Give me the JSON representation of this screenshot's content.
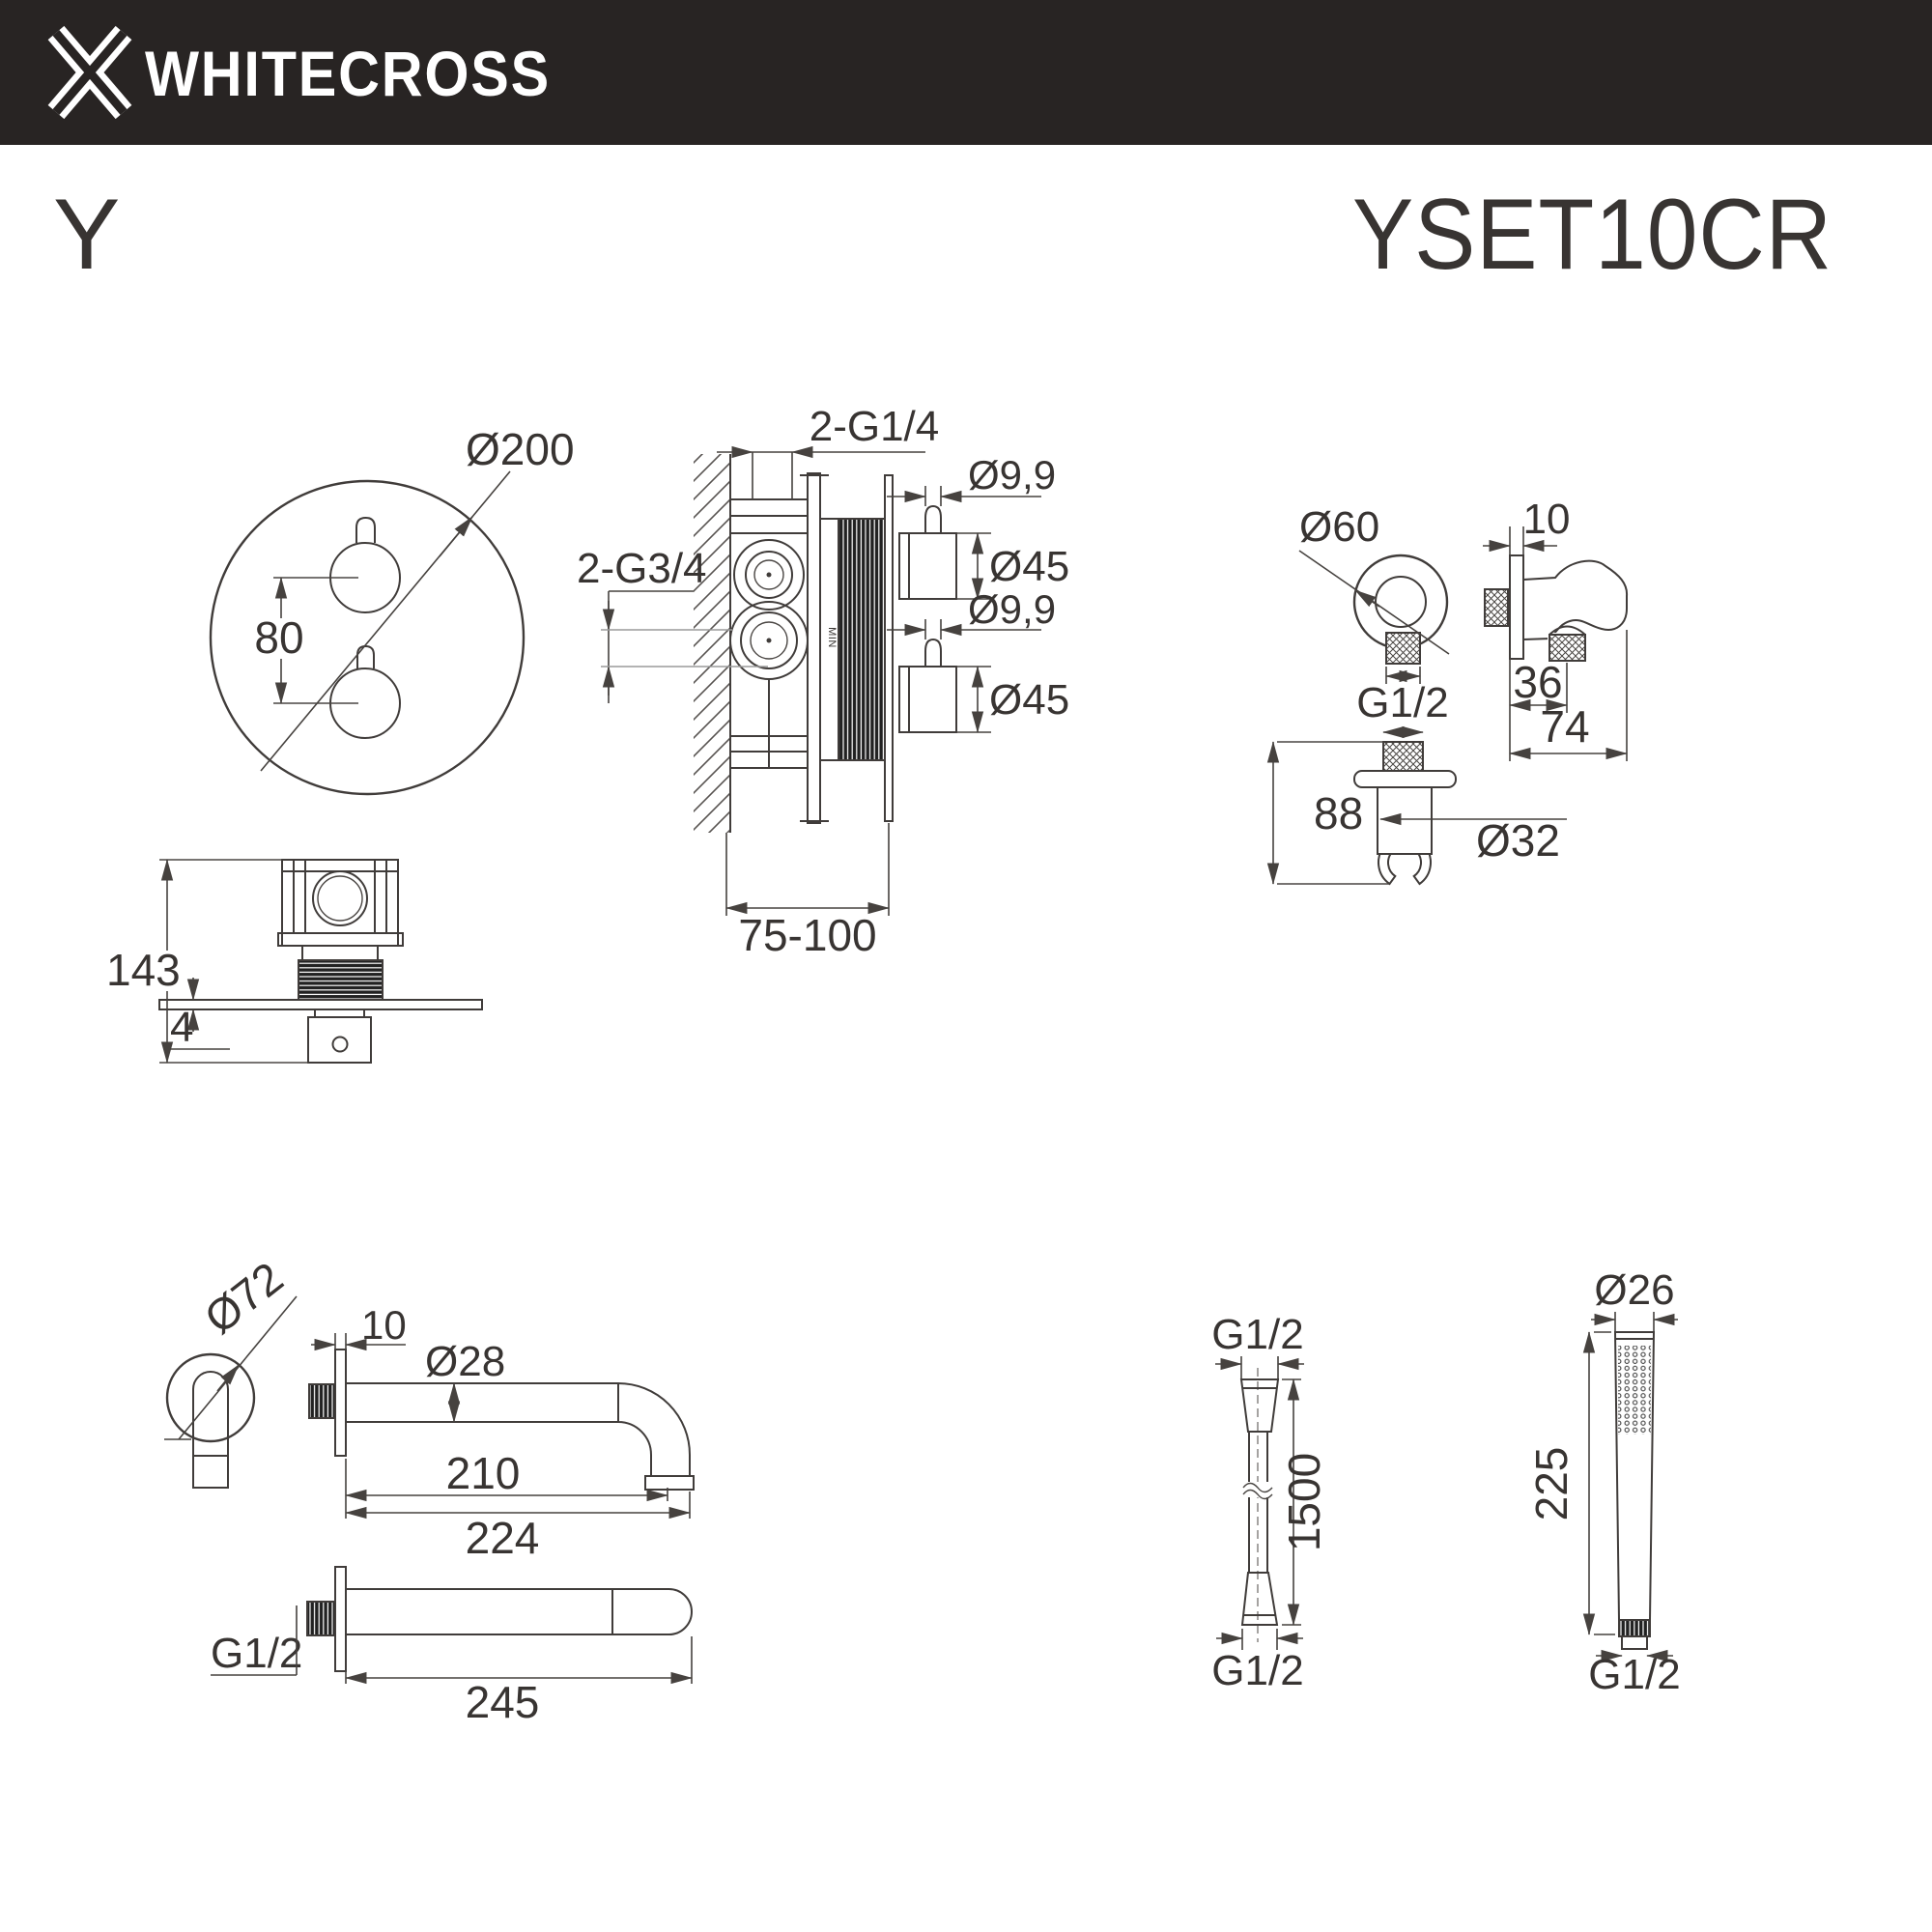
{
  "header": {
    "brand": "WHITECROSS"
  },
  "product": {
    "series": "Y",
    "model": "YSET10CR"
  },
  "drawings": {
    "trim_plate": {
      "diameter": "Ø200",
      "knob_spacing": "80"
    },
    "valve_section": {
      "top_threads": "2-G1/4",
      "side_threads": "2-G3/4",
      "stem_dia_top": "Ø9,9",
      "knob_dia_top": "Ø45",
      "stem_dia_bottom": "Ø9,9",
      "knob_dia_bottom": "Ø45",
      "mounting_depth": "75-100",
      "min_mark": "MIN"
    },
    "valve_side": {
      "height": "143",
      "plate_thickness": "4"
    },
    "wall_elbow": {
      "escutcheon_dia": "Ø60",
      "plate_thickness": "10",
      "thread": "G1/2",
      "outlet_offset": "36",
      "total_depth": "74",
      "holder_height": "88",
      "holder_dia": "Ø32"
    },
    "spout": {
      "escutcheon_dia": "Ø72",
      "plate_thickness": "10",
      "tube_dia": "Ø28",
      "reach": "210",
      "total_length": "224",
      "thread": "G1/2",
      "straight_length": "245"
    },
    "hose": {
      "thread_top": "G1/2",
      "length": "1500",
      "thread_bottom": "G1/2"
    },
    "handshower": {
      "head_dia": "Ø26",
      "length": "225",
      "thread": "G1/2"
    }
  }
}
